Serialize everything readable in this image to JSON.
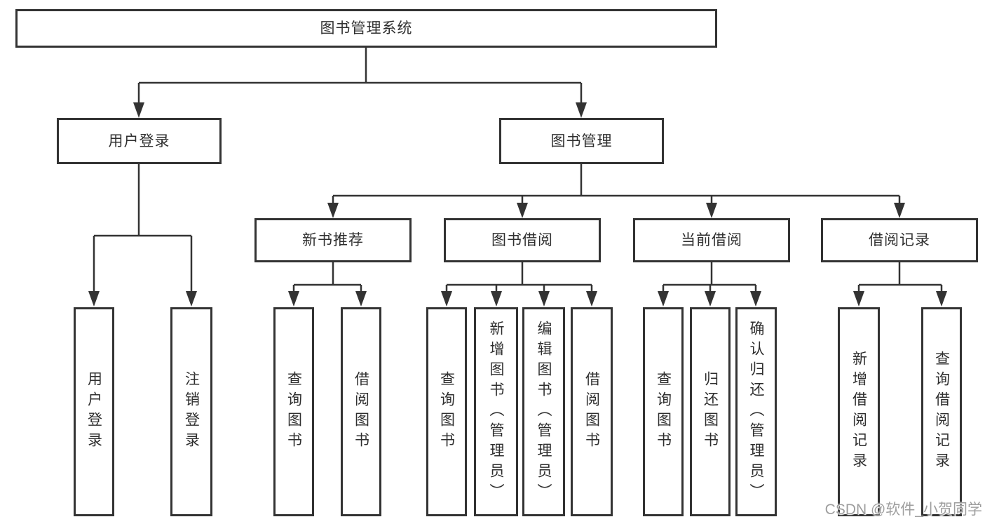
{
  "diagram": {
    "root": {
      "label": "图书管理系统"
    },
    "branches": [
      {
        "label": "用户登录",
        "children": [
          {
            "label": "用户登录"
          },
          {
            "label": "注销登录"
          }
        ]
      },
      {
        "label": "图书管理",
        "children": [
          {
            "label": "新书推荐",
            "children": [
              {
                "label": "查询图书"
              },
              {
                "label": "借阅图书"
              }
            ]
          },
          {
            "label": "图书借阅",
            "children": [
              {
                "label": "查询图书"
              },
              {
                "label": "新增图书（管理员）"
              },
              {
                "label": "编辑图书（管理员）"
              },
              {
                "label": "借阅图书"
              }
            ]
          },
          {
            "label": "当前借阅",
            "children": [
              {
                "label": "查询图书"
              },
              {
                "label": "归还图书"
              },
              {
                "label": "确认归还（管理员）"
              }
            ]
          },
          {
            "label": "借阅记录",
            "children": [
              {
                "label": "新增借阅记录"
              },
              {
                "label": "查询借阅记录"
              }
            ]
          }
        ]
      }
    ]
  },
  "watermark": {
    "text": "CSDN @软件_小贺同学"
  },
  "colors": {
    "line": "#333333",
    "text": "#2f2f2f",
    "box_background": "#ffffff",
    "watermark": "#9e9e9e"
  }
}
